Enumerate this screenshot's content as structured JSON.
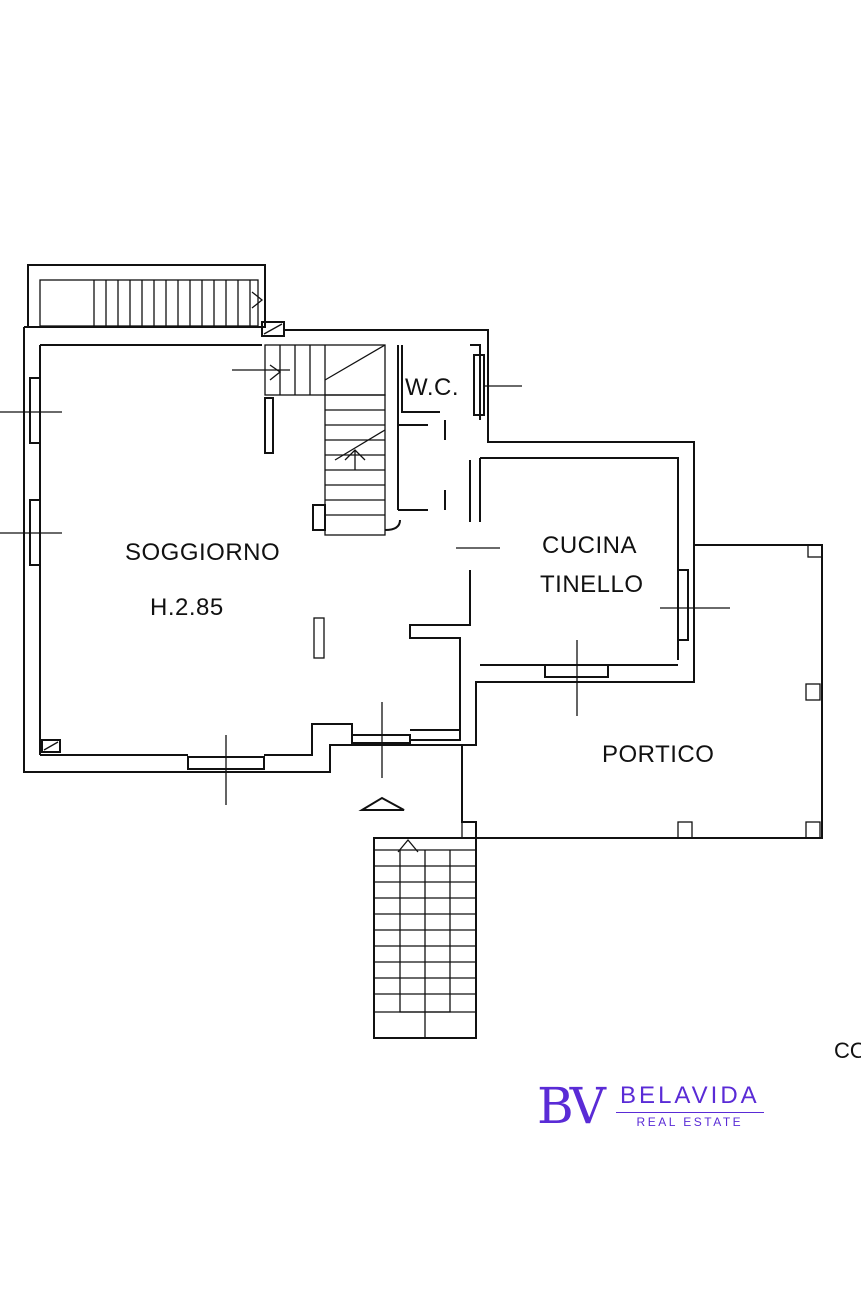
{
  "rooms": {
    "soggiorno": "SOGGIORNO",
    "height": "H.2.85",
    "wc": "W.C.",
    "cucina": "CUCINA",
    "tinello": "TINELLO",
    "portico": "PORTICO"
  },
  "edge_text": "CO",
  "logo": {
    "mark": "BV",
    "brand": "BELAVIDA",
    "sub": "REAL ESTATE",
    "color": "#5a2bd6"
  }
}
